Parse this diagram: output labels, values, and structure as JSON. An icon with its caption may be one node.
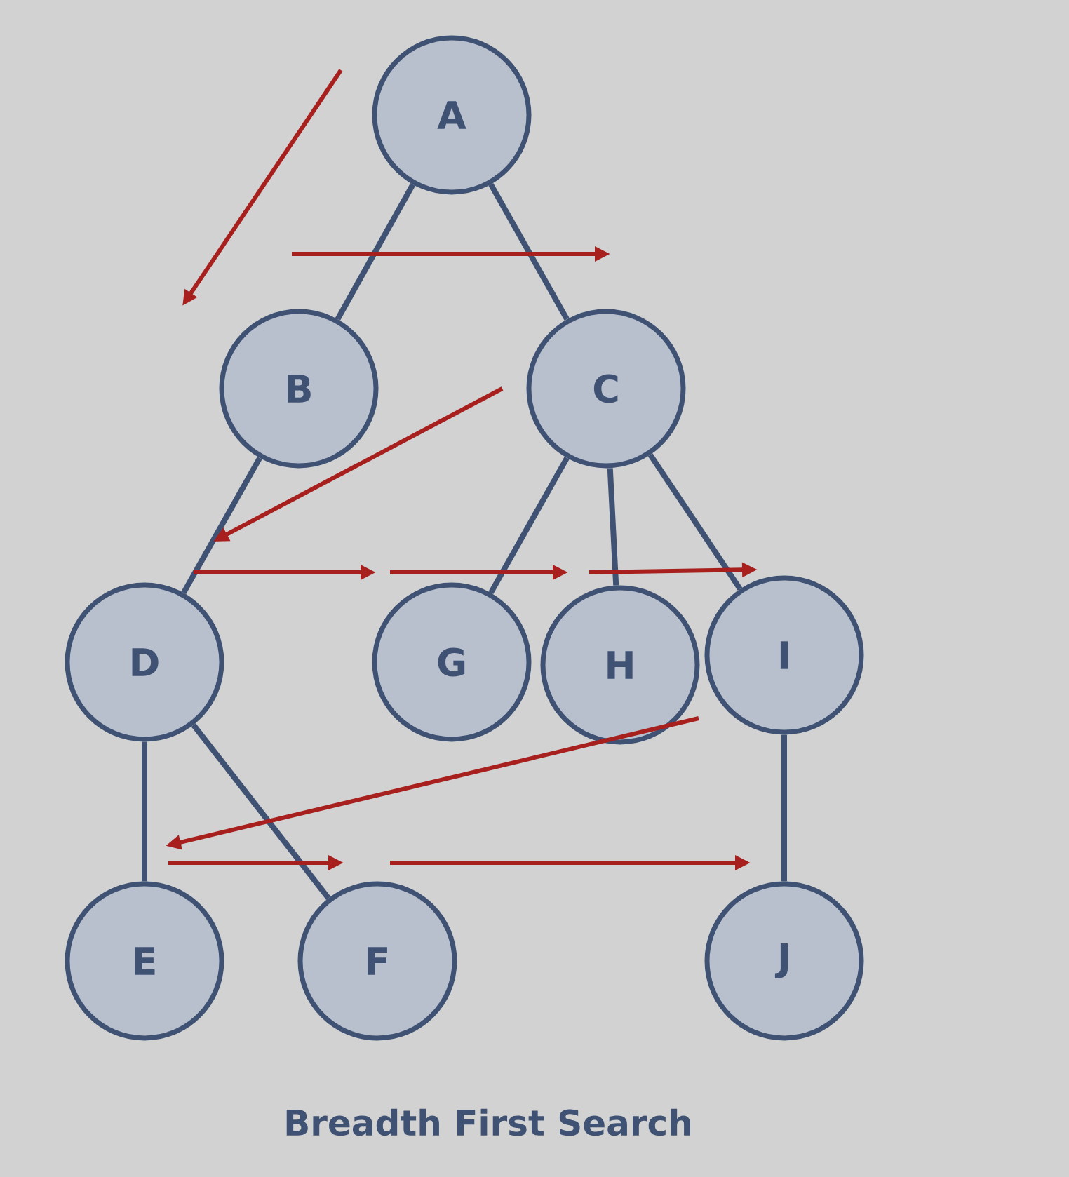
{
  "diagram": {
    "caption": "Breadth First Search",
    "nodes": [
      {
        "text": [
          "A"
        ]
      },
      {
        "text": [
          "B"
        ]
      },
      {
        "text": [
          "C"
        ]
      },
      {
        "text": [
          "D"
        ]
      },
      {
        "text": [
          "G"
        ]
      },
      {
        "text": [
          "H"
        ]
      },
      {
        "text": [
          "I"
        ]
      },
      {
        "text": [
          "E"
        ]
      },
      {
        "text": [
          "F"
        ]
      },
      {
        "text": [
          "J"
        ]
      }
    ],
    "edges": [
      {
        "from": 0,
        "to": 1,
        "arrow": "none"
      },
      {
        "from": 0,
        "to": 2,
        "arrow": "none"
      },
      {
        "from": 1,
        "to": 3,
        "arrow": "none"
      },
      {
        "from": 2,
        "to": 4,
        "arrow": "none"
      },
      {
        "from": 2,
        "to": 5,
        "arrow": "none"
      },
      {
        "from": 2,
        "to": 6,
        "arrow": "none"
      },
      {
        "from": 3,
        "to": 7,
        "arrow": "none"
      },
      {
        "from": 3,
        "to": 8,
        "arrow": "none"
      },
      {
        "from": 6,
        "to": 9,
        "arrow": "none"
      }
    ]
  }
}
